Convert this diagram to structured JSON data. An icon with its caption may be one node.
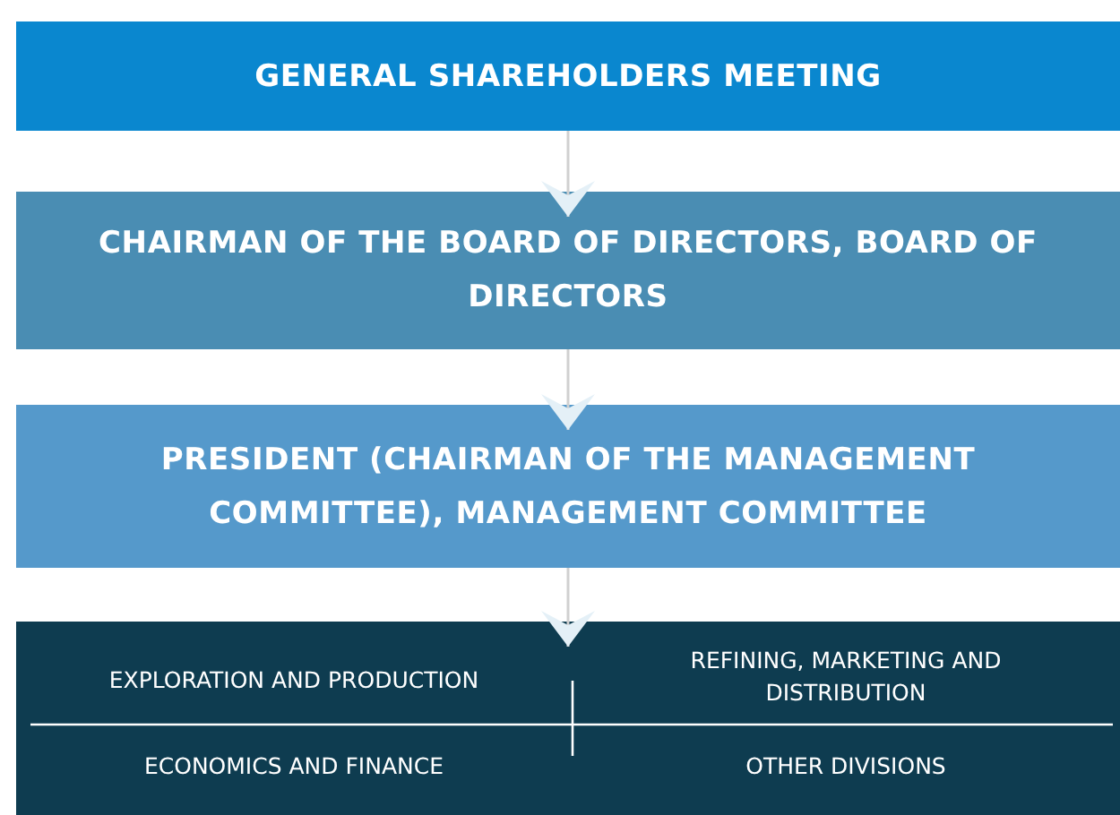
{
  "diagram": {
    "nodes": [
      {
        "text": [
          "GENERAL SHAREHOLDERS MEETING"
        ]
      },
      {
        "text": [
          "CHAIRMAN OF THE BOARD OF DIRECTORS, BOARD OF DIRECTORS"
        ]
      },
      {
        "text": [
          "PRESIDENT (CHAIRMAN OF THE MANAGEMENT COMMITTEE), MANAGEMENT COMMITTEE"
        ]
      },
      {
        "text": [],
        "shape": "box"
      },
      {
        "text": [
          "EXPLORATION AND PRODUCTION"
        ],
        "in": 3
      },
      {
        "text": [
          "REFINING, MARKETING AND DISTRIBUTION"
        ],
        "in": 3
      },
      {
        "text": [
          "ECONOMICS AND FINANCE"
        ],
        "in": 3
      },
      {
        "text": [
          "OTHER DIVISIONS"
        ],
        "in": 3
      }
    ],
    "edges": [
      {
        "from": 0,
        "to": 1,
        "arrow": "to"
      },
      {
        "from": 1,
        "to": 2,
        "arrow": "to"
      },
      {
        "from": 2,
        "to": 3,
        "arrow": "to"
      }
    ]
  }
}
